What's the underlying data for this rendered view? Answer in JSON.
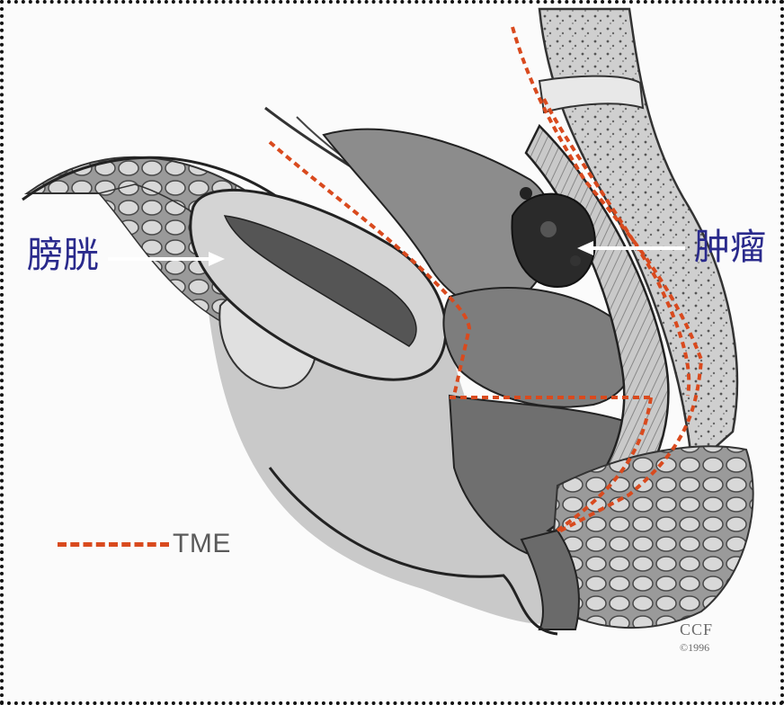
{
  "labels": {
    "bladder": "膀胱",
    "tumor": "肿瘤"
  },
  "legend": {
    "text": "TME",
    "line_color": "#d94a1e"
  },
  "copyright": {
    "org": "CCF",
    "year": "©1996"
  },
  "colors": {
    "label_text": "#2a2a8c",
    "tme_dash": "#d94a1e",
    "arrow": "#ffffff"
  }
}
